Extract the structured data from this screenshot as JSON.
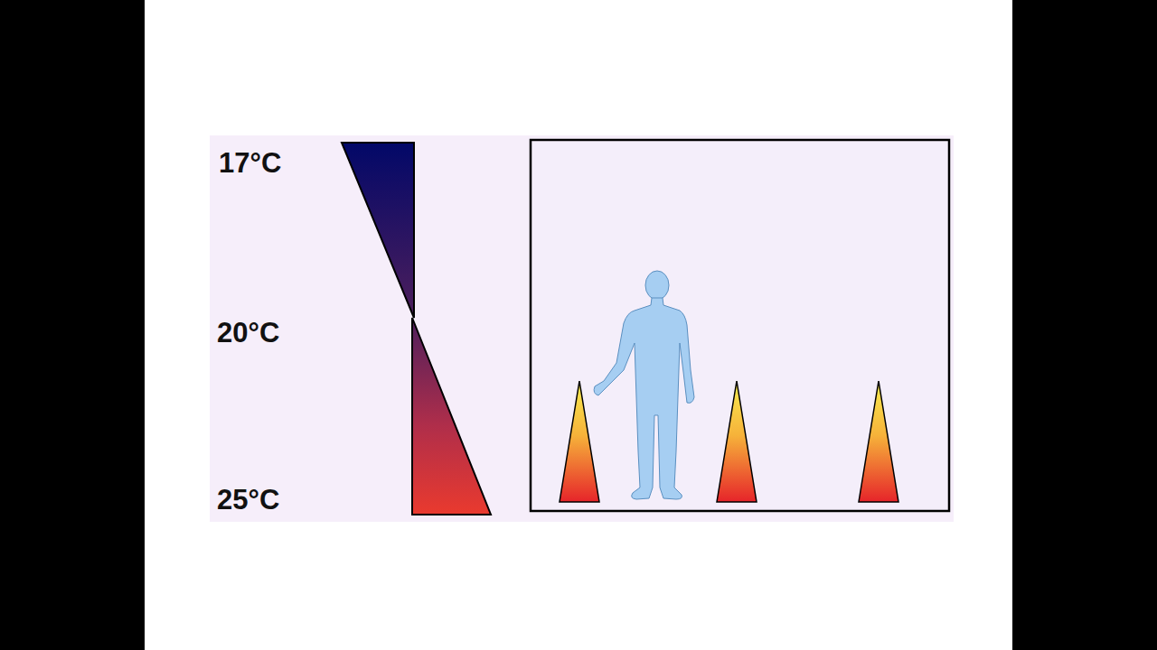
{
  "diagram": {
    "labels": [
      "17°C",
      "20°C",
      "25°C"
    ]
  }
}
